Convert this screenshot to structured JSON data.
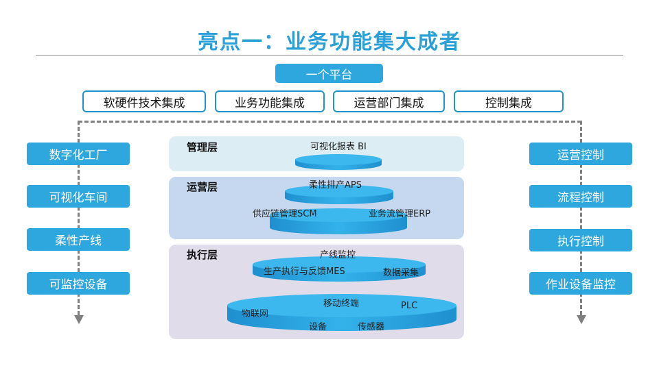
{
  "title": "亮点一：业务功能集大成者",
  "platform": "一个平台",
  "integrations": [
    "软硬件技术集成",
    "业务功能集成",
    "运营部门集成",
    "控制集成"
  ],
  "left_items": [
    "数字化工厂",
    "可视化车间",
    "柔性产线",
    "可监控设备"
  ],
  "right_items": [
    "运营控制",
    "流程控制",
    "执行控制",
    "作业设备监控"
  ],
  "layers": {
    "management": {
      "name": "管理层",
      "items": [
        "可视化报表 BI"
      ]
    },
    "operation": {
      "name": "运营层",
      "items": [
        "柔性排产APS",
        "供应链管理SCM",
        "业务流管理ERP"
      ]
    },
    "execution": {
      "name": "执行层",
      "items": [
        "产线监控",
        "生产执行与反馈MES",
        "数据采集",
        "移动终端",
        "PLC",
        "物联网",
        "设备",
        "传感器"
      ]
    }
  },
  "colors": {
    "accent": "#2ea7de",
    "title": "#2a9fd8",
    "management_bg": "#dcedf3",
    "operation_bg": "#c6d8ef",
    "execution_bg": "#e1dcea"
  }
}
